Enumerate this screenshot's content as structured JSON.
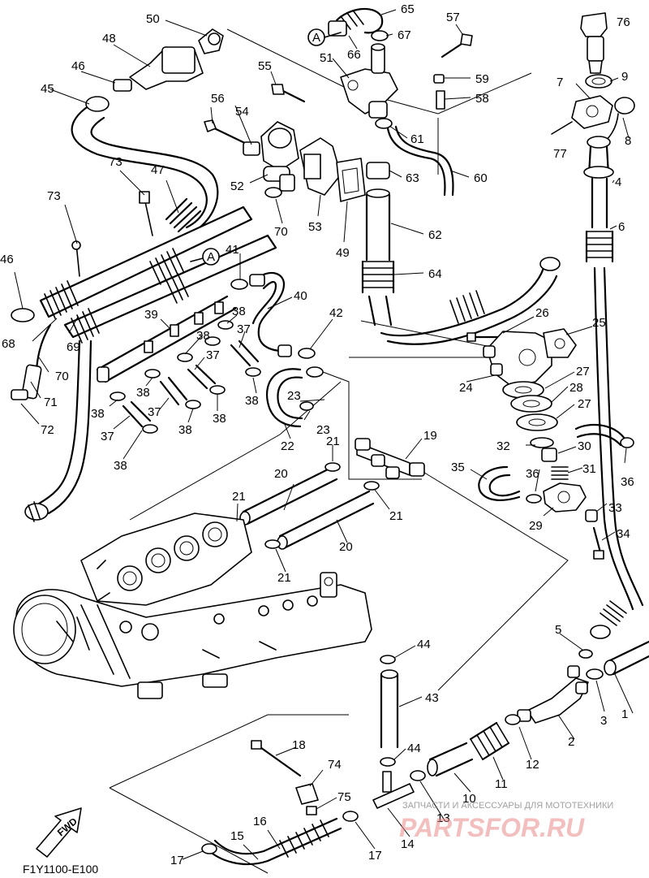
{
  "diagram_code": "F1Y1100-E100",
  "direction_label": "FWD",
  "connector_mark": "A",
  "watermark": {
    "caption": "ЗАПЧАСТИ И АКСЕССУАРЫ ДЛЯ МОТОТЕХНИКИ",
    "logo_text": "PARTSFOR.RU",
    "logo_color": "#e88a8a"
  },
  "part_numbers": [
    "1",
    "2",
    "3",
    "4",
    "5",
    "6",
    "7",
    "8",
    "9",
    "10",
    "11",
    "12",
    "13",
    "14",
    "15",
    "16",
    "17",
    "18",
    "19",
    "20",
    "21",
    "22",
    "23",
    "24",
    "25",
    "26",
    "27",
    "28",
    "29",
    "30",
    "31",
    "32",
    "33",
    "34",
    "35",
    "36",
    "37",
    "38",
    "39",
    "40",
    "41",
    "42",
    "43",
    "44",
    "45",
    "46",
    "47",
    "48",
    "49",
    "50",
    "51",
    "52",
    "53",
    "54",
    "55",
    "56",
    "57",
    "58",
    "59",
    "60",
    "61",
    "62",
    "63",
    "64",
    "65",
    "66",
    "67",
    "68",
    "69",
    "70",
    "71",
    "72",
    "73",
    "74",
    "75",
    "76",
    "77"
  ]
}
